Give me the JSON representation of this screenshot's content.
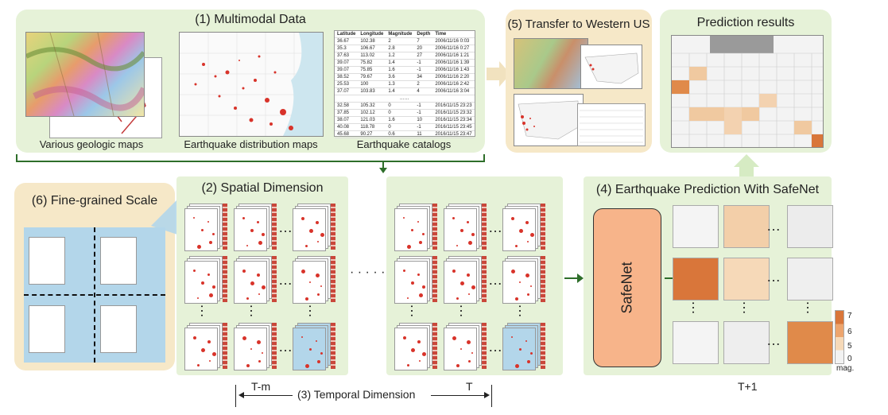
{
  "panel1": {
    "title": "(1) Multimodal Data",
    "captions": [
      "Various geologic maps",
      "Earthquake distribution maps",
      "Earthquake catalogs"
    ]
  },
  "catalog": {
    "headers": [
      "Latitude",
      "Longitude",
      "Magnitude",
      "Depth",
      "Time"
    ],
    "rows_top": [
      [
        "36.67",
        "102.38",
        "2",
        "7",
        "2006/11/16 0:03"
      ],
      [
        "35.3",
        "106.67",
        "2.8",
        "20",
        "2006/11/16 0:27"
      ],
      [
        "37.63",
        "113.02",
        "1.2",
        "27",
        "2006/11/16 1:21"
      ],
      [
        "39.07",
        "75.82",
        "1.4",
        "-1",
        "2006/11/16 1:39"
      ],
      [
        "39.07",
        "75.85",
        "1.6",
        "-1",
        "2006/11/16 1:43"
      ],
      [
        "38.52",
        "79.67",
        "3.6",
        "34",
        "2006/11/16 2:20"
      ],
      [
        "25.53",
        "100",
        "1.3",
        "2",
        "2006/11/16 2:42"
      ],
      [
        "37.07",
        "103.83",
        "1.4",
        "4",
        "2006/11/16 3:04"
      ]
    ],
    "ellipsis": "……",
    "rows_bottom": [
      [
        "32.58",
        "105.32",
        "0",
        "-1",
        "2016/11/15 23:23"
      ],
      [
        "37.85",
        "102.12",
        "0",
        "-1",
        "2016/11/15 23:32"
      ],
      [
        "38.07",
        "121.03",
        "1.6",
        "10",
        "2016/11/15 23:34"
      ],
      [
        "40.08",
        "118.78",
        "0",
        "-1",
        "2016/11/15 23:45"
      ],
      [
        "45.68",
        "90.27",
        "0.6",
        "11",
        "2016/11/15 23:47"
      ]
    ]
  },
  "panel5": {
    "title": "(5) Transfer to Western US"
  },
  "results": {
    "title": "Prediction results"
  },
  "panel6": {
    "title": "(6) Fine-grained Scale"
  },
  "panel2": {
    "title": "(2) Spatial Dimension",
    "dots": "…",
    "gap_dots": "· · · · · ·"
  },
  "panel4": {
    "title": "(4) Earthquake Prediction With SafeNet",
    "model_label": "SafeNet"
  },
  "legend": {
    "ticks": [
      "7",
      "6",
      "5",
      "0"
    ],
    "unit": "mag.",
    "colors": [
      "#d9763a",
      "#eda56e",
      "#f6d9b8",
      "#f2f2f2"
    ]
  },
  "timeline": {
    "start_label": "T-m",
    "center_label": "(3) Temporal Dimension",
    "end_label": "T",
    "next_label": "T+1"
  }
}
